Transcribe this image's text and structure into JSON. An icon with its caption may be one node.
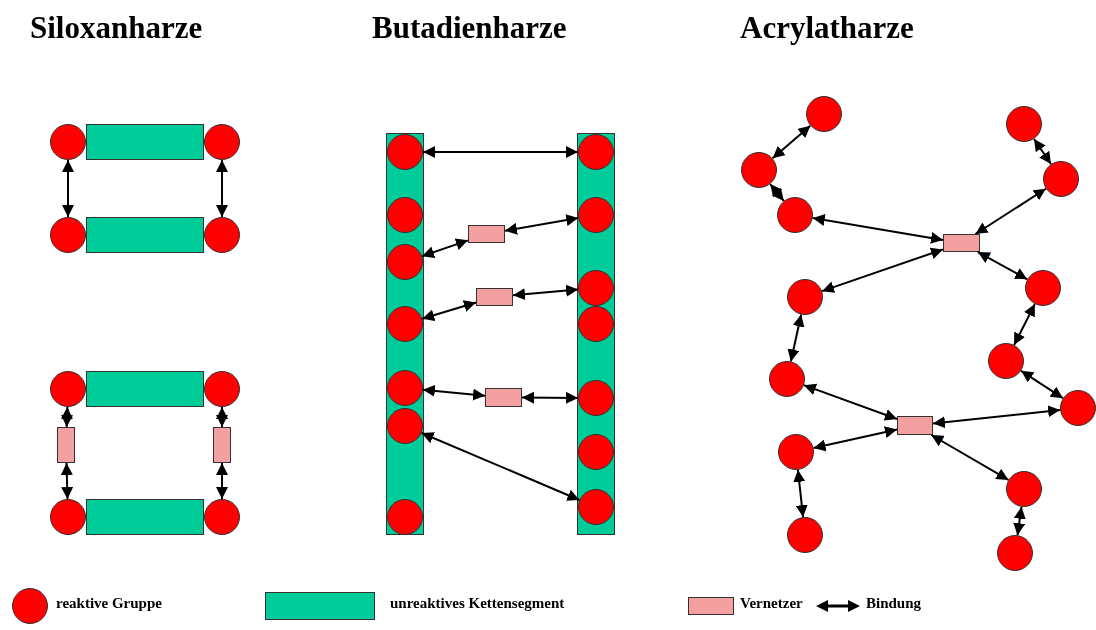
{
  "diagram": {
    "nodes": [
      {
        "text": [],
        "shape": "bar"
      },
      {
        "text": [],
        "shape": "circle"
      },
      {
        "text": [],
        "shape": "circle"
      },
      {
        "text": [],
        "shape": "bar"
      },
      {
        "text": [],
        "shape": "circle"
      },
      {
        "text": [],
        "shape": "circle"
      },
      {
        "text": [],
        "shape": "bar"
      },
      {
        "text": [],
        "shape": "circle"
      },
      {
        "text": [],
        "shape": "circle"
      },
      {
        "text": [],
        "shape": "box"
      },
      {
        "text": [],
        "shape": "box"
      },
      {
        "text": [],
        "shape": "bar"
      },
      {
        "text": [],
        "shape": "circle"
      },
      {
        "text": [],
        "shape": "circle"
      },
      {
        "text": [],
        "shape": "bar"
      },
      {
        "text": [],
        "shape": "circle",
        "in": 14
      },
      {
        "text": [],
        "shape": "circle",
        "in": 14
      },
      {
        "text": [],
        "shape": "circle",
        "in": 14
      },
      {
        "text": [],
        "shape": "circle",
        "in": 14
      },
      {
        "text": [],
        "shape": "circle",
        "in": 14
      },
      {
        "text": [],
        "shape": "circle",
        "in": 14
      },
      {
        "text": [],
        "shape": "circle",
        "in": 14
      },
      {
        "text": [],
        "shape": "bar"
      },
      {
        "text": [],
        "shape": "circle",
        "in": 22
      },
      {
        "text": [],
        "shape": "circle",
        "in": 22
      },
      {
        "text": [],
        "shape": "circle",
        "in": 22
      },
      {
        "text": [],
        "shape": "circle",
        "in": 22
      },
      {
        "text": [],
        "shape": "circle",
        "in": 22
      },
      {
        "text": [],
        "shape": "circle",
        "in": 22
      },
      {
        "text": [],
        "shape": "circle",
        "in": 22
      },
      {
        "text": [],
        "shape": "box"
      },
      {
        "text": [],
        "shape": "box"
      },
      {
        "text": [],
        "shape": "box"
      },
      {
        "text": [],
        "shape": "circle"
      },
      {
        "text": [],
        "shape": "circle"
      },
      {
        "text": [],
        "shape": "circle"
      },
      {
        "text": [],
        "shape": "circle"
      },
      {
        "text": [],
        "shape": "circle"
      },
      {
        "text": [],
        "shape": "box"
      },
      {
        "text": [],
        "shape": "circle"
      },
      {
        "text": [],
        "shape": "circle"
      },
      {
        "text": [],
        "shape": "circle"
      },
      {
        "text": [],
        "shape": "circle"
      },
      {
        "text": [],
        "shape": "circle"
      },
      {
        "text": [],
        "shape": "box"
      },
      {
        "text": [],
        "shape": "circle"
      },
      {
        "text": [],
        "shape": "circle"
      },
      {
        "text": [],
        "shape": "circle"
      },
      {
        "text": [],
        "shape": "circle"
      }
    ],
    "edges": [
      {
        "from": 1,
        "to": 4,
        "arrow": "both"
      },
      {
        "from": 2,
        "to": 5,
        "arrow": "both"
      },
      {
        "from": 7,
        "to": 9,
        "arrow": "both"
      },
      {
        "from": 9,
        "to": 12,
        "arrow": "both"
      },
      {
        "from": 8,
        "to": 10,
        "arrow": "both"
      },
      {
        "from": 10,
        "to": 13,
        "arrow": "both"
      },
      {
        "from": 15,
        "to": 23,
        "arrow": "both"
      },
      {
        "from": 17,
        "to": 30,
        "arrow": "both"
      },
      {
        "from": 30,
        "to": 24,
        "arrow": "both"
      },
      {
        "from": 18,
        "to": 31,
        "arrow": "both"
      },
      {
        "from": 31,
        "to": 25,
        "arrow": "both"
      },
      {
        "from": 19,
        "to": 32,
        "arrow": "both"
      },
      {
        "from": 32,
        "to": 27,
        "arrow": "both"
      },
      {
        "from": 20,
        "to": 29,
        "arrow": "both"
      },
      {
        "from": 33,
        "to": 34,
        "arrow": "both"
      },
      {
        "from": 34,
        "to": 35,
        "arrow": "both"
      },
      {
        "from": 35,
        "to": 38,
        "arrow": "both"
      },
      {
        "from": 36,
        "to": 37,
        "arrow": "both"
      },
      {
        "from": 37,
        "to": 38,
        "arrow": "both"
      },
      {
        "from": 38,
        "to": 39,
        "arrow": "both"
      },
      {
        "from": 38,
        "to": 40,
        "arrow": "both"
      },
      {
        "from": 39,
        "to": 41,
        "arrow": "both"
      },
      {
        "from": 40,
        "to": 42,
        "arrow": "both"
      },
      {
        "from": 42,
        "to": 43,
        "arrow": "both"
      },
      {
        "from": 41,
        "to": 44,
        "arrow": "both"
      },
      {
        "from": 43,
        "to": 44,
        "arrow": "both"
      },
      {
        "from": 44,
        "to": 45,
        "arrow": "both"
      },
      {
        "from": 44,
        "to": 46,
        "arrow": "both"
      },
      {
        "from": 45,
        "to": 47,
        "arrow": "both"
      },
      {
        "from": 46,
        "to": 48,
        "arrow": "both"
      }
    ],
    "labels": [
      "Siloxanharze",
      "Butadienharze",
      "Acrylatharze"
    ],
    "legend": [
      {
        "text": "reaktive Gruppe",
        "color": "#ff0000"
      },
      {
        "text": "unreaktives Kettensegment",
        "color": "#00cc99"
      },
      {
        "text": "Vernetzer",
        "color": "#f4a0a0"
      },
      {
        "text": "Bindung"
      }
    ]
  }
}
